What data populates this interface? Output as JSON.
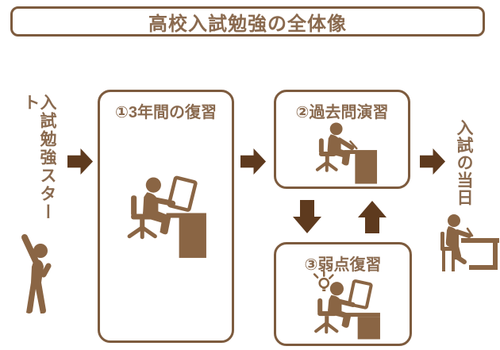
{
  "title": "高校入試勉強の全体像",
  "flow": {
    "start_label": "入試勉強スタート",
    "start_icon": "person-cheering-icon",
    "steps": [
      {
        "label": "①3年間の復習",
        "icon": "person-studying-at-desk-icon"
      },
      {
        "label": "②過去問演習",
        "icon": "person-writing-at-desk-icon"
      },
      {
        "label": "③弱点復習",
        "icon": "person-idea-at-desk-icon"
      }
    ],
    "end_label": "入試の当日",
    "end_icon": "person-taking-exam-at-desk-icon",
    "connectors": [
      {
        "from": "start",
        "to": "step1",
        "direction": "right"
      },
      {
        "from": "step1",
        "to": "step2",
        "direction": "right"
      },
      {
        "from": "step2",
        "to": "step3",
        "direction": "down"
      },
      {
        "from": "step3",
        "to": "step2",
        "direction": "up"
      },
      {
        "from": "step2",
        "to": "end",
        "direction": "right"
      }
    ]
  },
  "colors": {
    "box_border": "#7d5b3e",
    "text": "#8a6a4f",
    "arrow": "#5e3a1e",
    "figure": "#8a6544",
    "background": "#ffffff"
  }
}
